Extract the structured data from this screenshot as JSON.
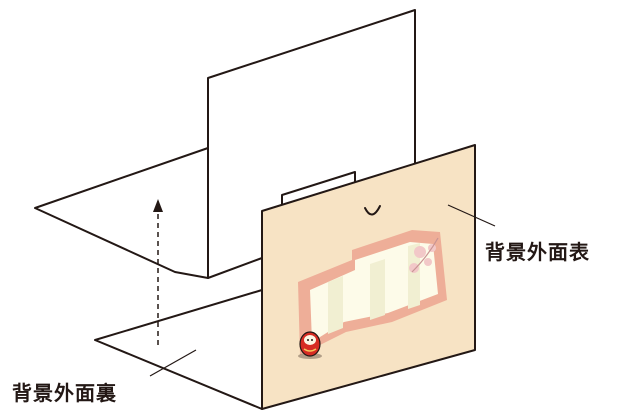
{
  "labels": {
    "front": "背景外面表",
    "back": "背景外面裏"
  },
  "colors": {
    "outline": "#231815",
    "card_face": "#f7e3c4",
    "border_band": "#eeae98",
    "scroll_panel": "#fdfbe9",
    "scroll_shade": "#f1efd2",
    "blossom": "#f2c8c8",
    "daruma_red": "#d62c23"
  },
  "icons": {
    "up_arrow": "dashed-up-arrow",
    "character": "daruma-figure"
  }
}
